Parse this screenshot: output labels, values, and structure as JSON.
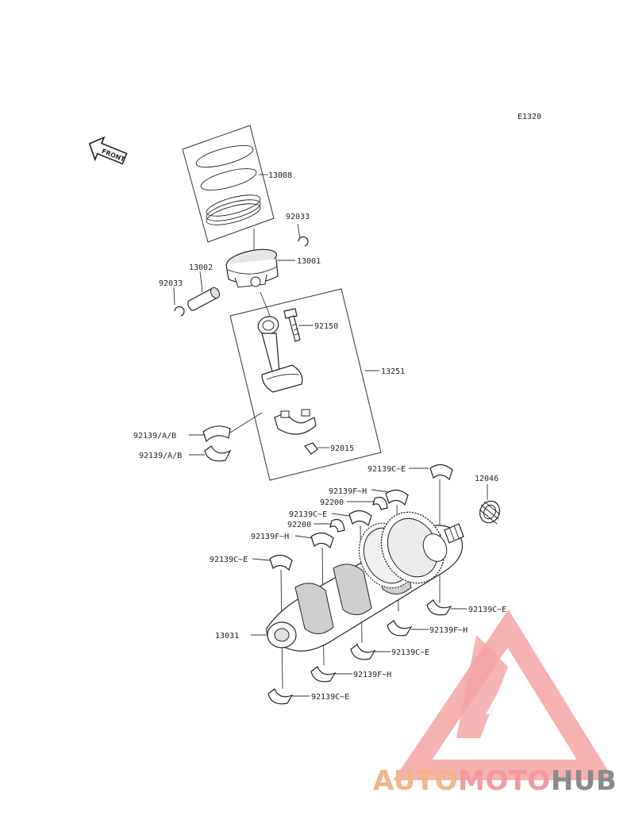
{
  "diagram_code": "E1320",
  "front_label": "FRONT",
  "labels": {
    "ring_set": "13008",
    "circlip_top": "92033",
    "piston": "13001",
    "pin": "13002",
    "circlip_left": "92033",
    "rod_bolt": "92150",
    "con_rod": "13251",
    "rod_bearing_upper": "92139/A/B",
    "rod_bearing_lower": "92139/A/B",
    "rod_nut": "92015",
    "main_c_e_1": "92139C~E",
    "needle_bearing": "12046",
    "main_f_h_1": "92139F~H",
    "thrust_1": "92200",
    "main_c_e_2": "92139C~E",
    "thrust_2": "92200",
    "main_f_h_2": "92139F~H",
    "main_c_e_3": "92139C~E",
    "main_c_e_4": "92139C~E",
    "crankshaft": "13031",
    "main_f_h_3": "92139F~H",
    "main_c_e_5": "92139C~E",
    "main_f_h_4": "92139F~H",
    "main_c_e_6": "92139C~E"
  },
  "watermark": {
    "part1": "AUTO",
    "part2": "MOTO",
    "part3": "HUB",
    "colors": {
      "auto": "#f3b58a",
      "moto": "#f29aa0",
      "hub": "#8a8a8a",
      "logo": "#f4a3a3"
    }
  }
}
